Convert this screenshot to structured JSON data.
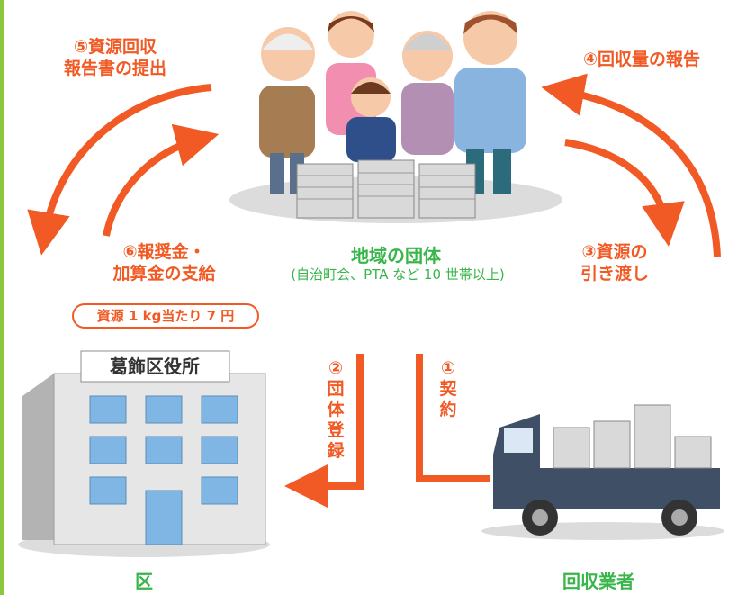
{
  "colors": {
    "accent": "#f15a24",
    "group_label": "#39b54a",
    "side_bar": "#8cc63f"
  },
  "labels": {
    "step5": [
      "⑤資源回収",
      "報告書の提出"
    ],
    "step4": "④回収量の報告",
    "step6": [
      "⑥報奨金・",
      "加算金の支給"
    ],
    "step3": [
      "③資源の",
      "引き渡し"
    ],
    "step2": [
      "②",
      "団",
      "体",
      "登",
      "録"
    ],
    "step1": [
      "①",
      "契",
      "約"
    ],
    "rate": "資源 1 kg当たり 7 円"
  },
  "group": {
    "name": "地域の団体",
    "detail": "(自治町会、PTA など 10 世帯以上)"
  },
  "office": {
    "sign": "葛飾区役所",
    "caption": "区"
  },
  "collector": {
    "caption": "回収業者"
  }
}
